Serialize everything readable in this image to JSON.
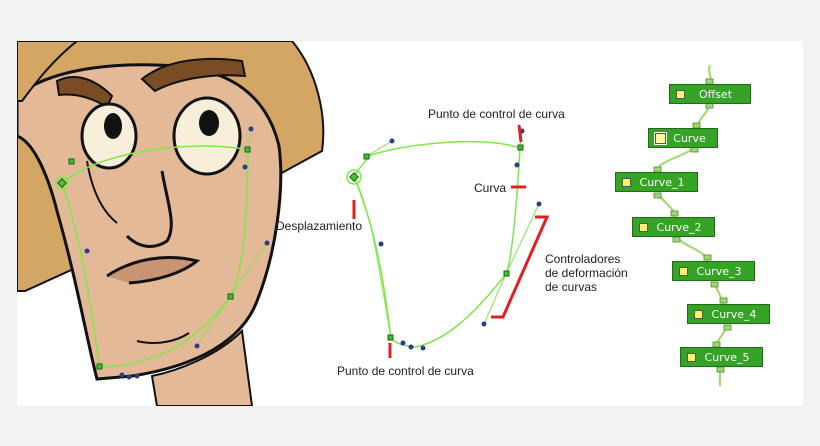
{
  "labels": {
    "control_point_top": "Punto de control de curva",
    "curve": "Curva",
    "offset": "Desplazamiento",
    "controllers_line1": "Controladores",
    "controllers_line2": "de deformación",
    "controllers_line3": "de curvas",
    "control_point_bottom": "Punto de control de curva"
  },
  "nodes": [
    "Offset",
    "Curve",
    "Curve_1",
    "Curve_2",
    "Curve_3",
    "Curve_4",
    "Curve_5"
  ],
  "colors": {
    "skin": "#e3b998",
    "hair": "#d4a664",
    "brow": "#7a4c23",
    "curve": "#7ee84b",
    "handle": "#2c3b8f",
    "callout": "#e02020",
    "node": "#35a326"
  }
}
